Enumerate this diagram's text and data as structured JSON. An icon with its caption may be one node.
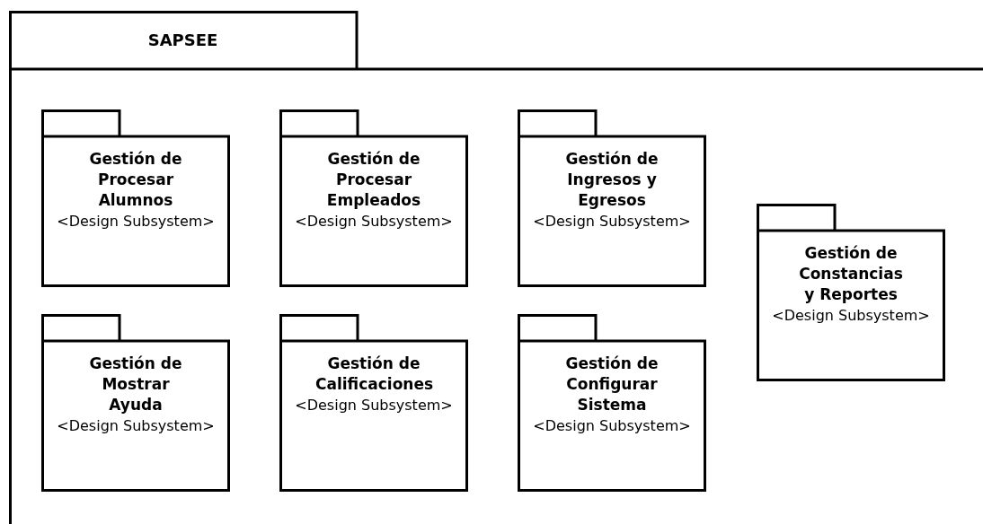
{
  "diagram": {
    "nodes": [
      {
        "text": [
          "SAPSEE"
        ]
      },
      {
        "text": [
          "Gestión de Procesar Alumnos",
          "<Design Subsystem>"
        ],
        "in": 0
      },
      {
        "text": [
          "Gestión de Procesar Empleados",
          "<Design Subsystem>"
        ],
        "in": 0
      },
      {
        "text": [
          "Gestión de Ingresos y Egresos",
          "<Design Subsystem>"
        ],
        "in": 0
      },
      {
        "text": [
          "Gestión de Constancias y Reportes",
          "<Design Subsystem>"
        ],
        "in": 0
      },
      {
        "text": [
          "Gestión de Mostrar Ayuda",
          "<Design Subsystem>"
        ],
        "in": 0
      },
      {
        "text": [
          "Gestión de Calificaciones",
          "<Design Subsystem>"
        ],
        "in": 0
      },
      {
        "text": [
          "Gestión de Configurar Sistema",
          "<Design Subsystem>"
        ],
        "in": 0
      }
    ],
    "edges": []
  }
}
